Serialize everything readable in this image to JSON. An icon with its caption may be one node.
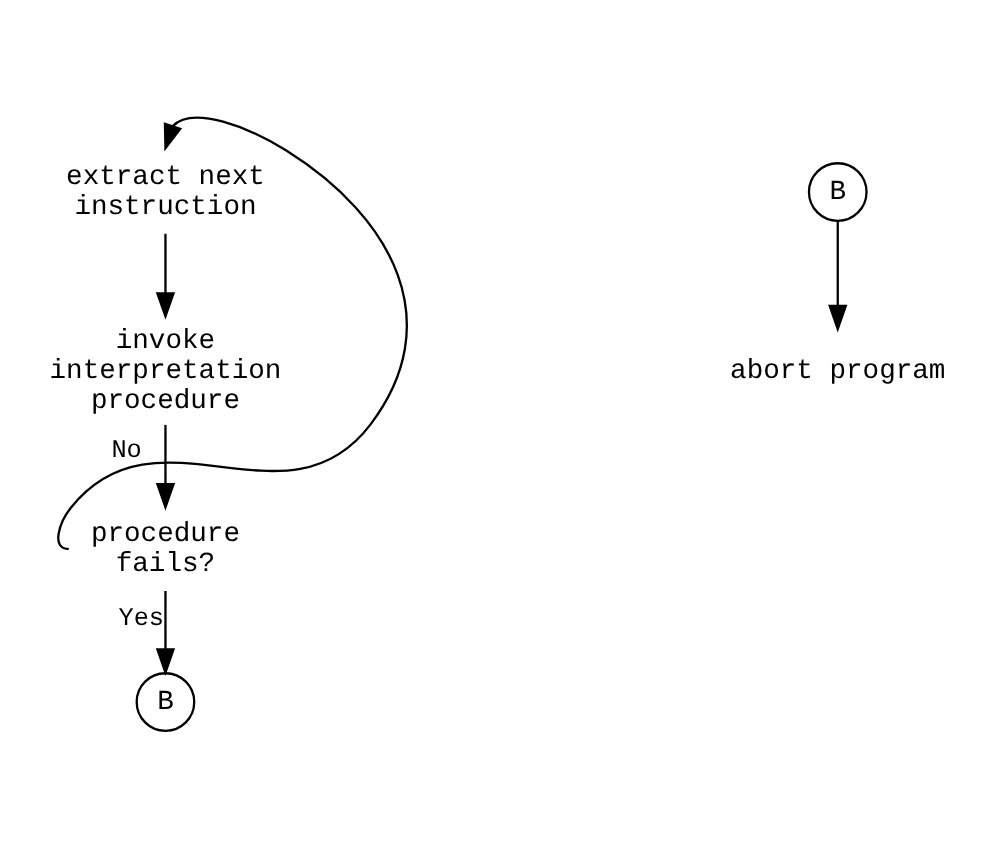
{
  "diagram": {
    "nodes": [
      {
        "text": [
          "extract next instruction"
        ]
      },
      {
        "text": [
          "invoke interpretation procedure"
        ]
      },
      {
        "text": [
          "procedure fails?"
        ]
      },
      {
        "text": [
          "B"
        ]
      },
      {
        "text": [
          "B"
        ]
      },
      {
        "text": [
          "abort program"
        ]
      }
    ],
    "edges": [
      {
        "from": 0,
        "to": 1,
        "arrow": "to"
      },
      {
        "from": 1,
        "to": 2,
        "arrow": "to"
      },
      {
        "from": 2,
        "to": 3,
        "label": "Yes",
        "arrow": "to"
      },
      {
        "from": 2,
        "to": 0,
        "label": "No",
        "arrow": "to"
      },
      {
        "from": 4,
        "to": 5,
        "arrow": "to"
      }
    ]
  }
}
